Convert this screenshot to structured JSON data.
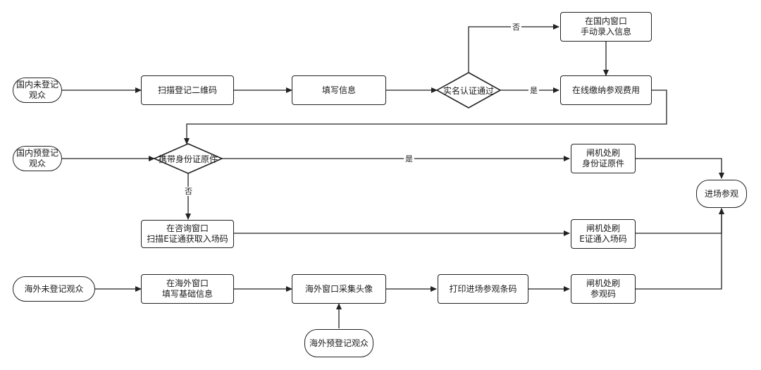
{
  "nodes": {
    "domestic_unregistered": "国内未登记观众",
    "scan_register_qr": "扫描登记二维码",
    "fill_info": "填写信息",
    "realname_passed": "实名认证通过",
    "domestic_window_manual": "在国内窗口\n手动录入信息",
    "pay_online": "在线缴纳参观费用",
    "domestic_preregistered": "国内预登记观众",
    "carry_id": "携带身份证原件",
    "gate_swipe_id": "闸机处刷\n身份证原件",
    "enter_visit": "进场参观",
    "consult_window": "在咨询窗口\n扫描E证通获取入场码",
    "gate_swipe_e": "闸机处刷\nE证通入场码",
    "overseas_unregistered": "海外未登记观众",
    "overseas_window_fill": "在海外窗口\n填写基础信息",
    "overseas_photo": "海外窗口采集头像",
    "print_barcode": "打印进场参观条码",
    "gate_swipe_barcode": "闸机处刷\n参观码",
    "overseas_preregistered": "海外预登记观众"
  },
  "edge_labels": {
    "no_top": "否",
    "yes_pay": "是",
    "yes_id": "是",
    "no_consult": "否"
  }
}
